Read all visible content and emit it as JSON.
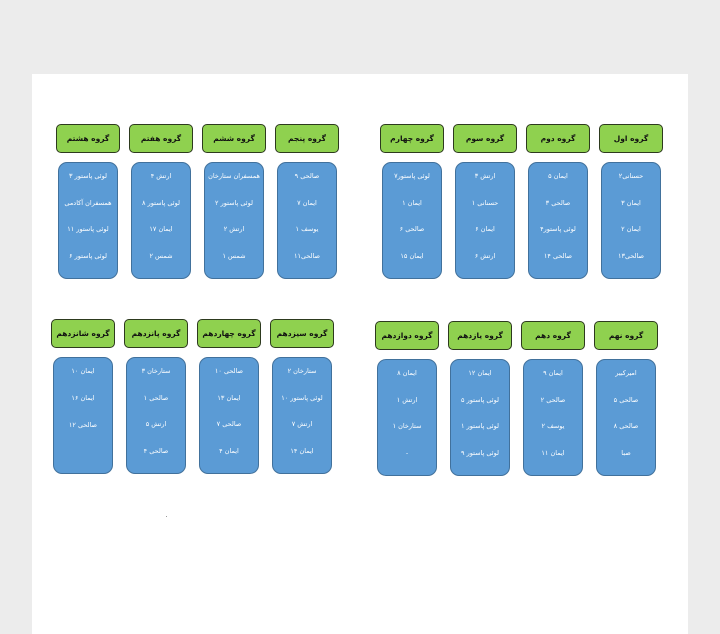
{
  "quadrants": [
    {
      "id": "top-right",
      "groups": [
        {
          "title": "گروه اول",
          "items": [
            "حسنانی۲",
            "ایمان ۳",
            "ایمان ۲",
            "صالحی۱۳"
          ]
        },
        {
          "title": "گروه دوم",
          "items": [
            "ایمان ۵",
            "صالحی ۳",
            "لوئی پاستور۴",
            "صالحی ۱۴"
          ]
        },
        {
          "title": "گروه سوم",
          "items": [
            "ارتش ۳",
            "حسنانی ۱",
            "ایمان ۶",
            "ارتش ۶"
          ]
        },
        {
          "title": "گروه چهارم",
          "items": [
            "لوئی پاستور۷",
            "ایمان ۱",
            "صالحی ۶",
            "ایمان ۱۵"
          ]
        }
      ]
    },
    {
      "id": "top-left",
      "groups": [
        {
          "title": "گروه پنجم",
          "items": [
            "صالحی ۹",
            "ایمان ۷",
            "یوسف ۱",
            "صالحی۱۱"
          ]
        },
        {
          "title": "گروه ششم",
          "items": [
            "همسفران ستارخان",
            "لوئی پاستور ۲",
            "ارتش ۲",
            "شمس ۱"
          ]
        },
        {
          "title": "گروه هفتم",
          "items": [
            "ارتش ۴",
            "لوئی پاستور ۸",
            "ایمان ۱۷",
            "شمس ۲"
          ]
        },
        {
          "title": "گروه هشتم",
          "items": [
            "لوئی پاستور ۳",
            "همسفران آکادمی",
            "لوئی پاستور ۱۱",
            "لوئی پاستور ۶"
          ]
        }
      ]
    },
    {
      "id": "bottom-right",
      "groups": [
        {
          "title": "گروه نهم",
          "items": [
            "امیرکبیر",
            "صالحی ۵",
            "صالحی ۸",
            "صبا"
          ]
        },
        {
          "title": "گروه دهم",
          "items": [
            "ایمان ۹",
            "صالحی ۲",
            "یوسف ۲",
            "ایمان ۱۱"
          ]
        },
        {
          "title": "گروه یازدهم",
          "items": [
            "ایمان ۱۲",
            "لوئی پاستور ۵",
            "لوئی پاستور ۱",
            "لوئی پاستور ۹"
          ]
        },
        {
          "title": "گروه دوازدهم",
          "items": [
            "ایمان ۸",
            "ارتش ۱",
            "ستارخان ۱",
            "-"
          ]
        }
      ]
    },
    {
      "id": "bottom-left",
      "groups": [
        {
          "title": "گروه سیزدهم",
          "items": [
            "ستارخان ۲",
            "لوئی پاستور ۱۰",
            "ارتش ۷",
            "ایمان ۱۴"
          ]
        },
        {
          "title": "گروه چهاردهم",
          "items": [
            "صالحی ۱۰",
            "ایمان ۱۳",
            "صالحی ۷",
            "ایمان ۴"
          ]
        },
        {
          "title": "گروه پانزدهم",
          "items": [
            "ستارخان ۳",
            "صالحی ۱",
            "ارتش ۵",
            "صالحی ۴"
          ]
        },
        {
          "title": "گروه شانزدهم",
          "items": [
            "ایمان ۱۰",
            "ایمان ۱۶",
            "صالحی ۱۲"
          ]
        }
      ]
    }
  ],
  "colors": {
    "header": "#8fd14f",
    "box": "#5b9bd5"
  }
}
